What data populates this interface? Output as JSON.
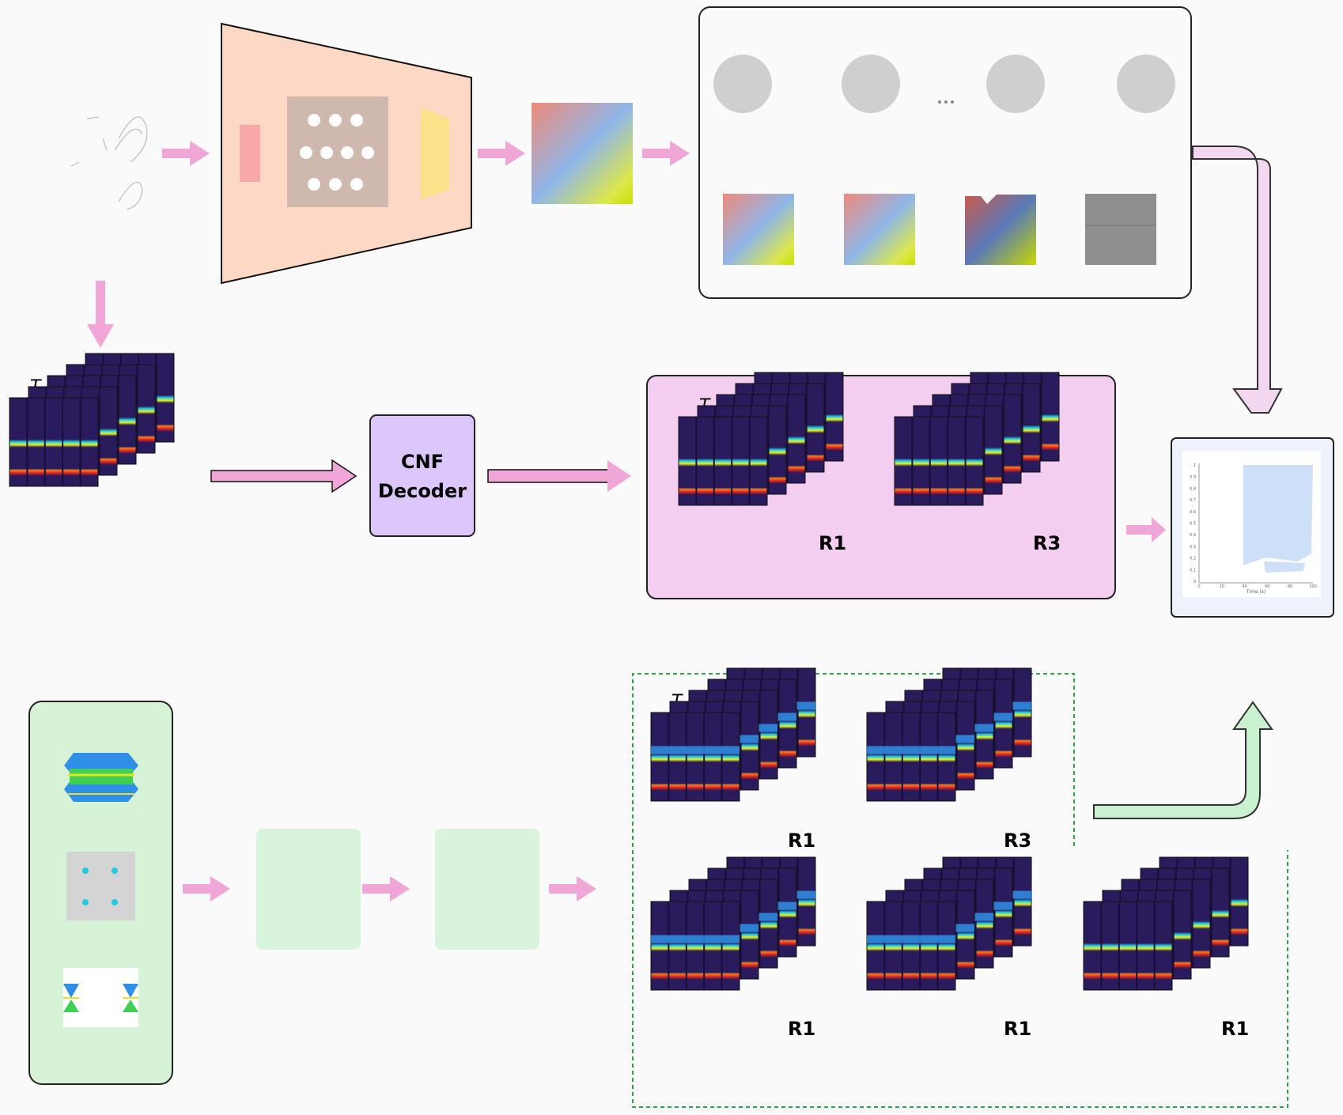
{
  "decoder": {
    "line1": "CNF",
    "line2": "Decoder"
  },
  "time_axis_label": "T",
  "region_labels": {
    "gen_left": "R1",
    "gen_right": "R3",
    "bot_top_left": "R1",
    "bot_top_right": "R3",
    "bot_bottom_left": "R1",
    "bot_bottom_mid": "R1",
    "bot_bottom_right": "R1"
  },
  "mini_plot": {
    "y_ticks": [
      "1",
      "0.9",
      "0.8",
      "0.7",
      "0.6",
      "0.5",
      "0.4",
      "0.3",
      "0.2",
      "0.1",
      "0"
    ],
    "x_ticks": [
      "0",
      "20",
      "40",
      "60",
      "80",
      "100"
    ],
    "x_label": "Time (s)"
  },
  "colors": {
    "arrow_pink": "#f0a6d6",
    "decoder_fill": "#dcc7fb",
    "magenta_panel": "#f4cef1",
    "green_panel": "#d6f3d8",
    "green_border": "#2ea44f",
    "peach_trapezoid": "#fdd9c5",
    "spectrogram_bg": "#2a1c5c"
  }
}
